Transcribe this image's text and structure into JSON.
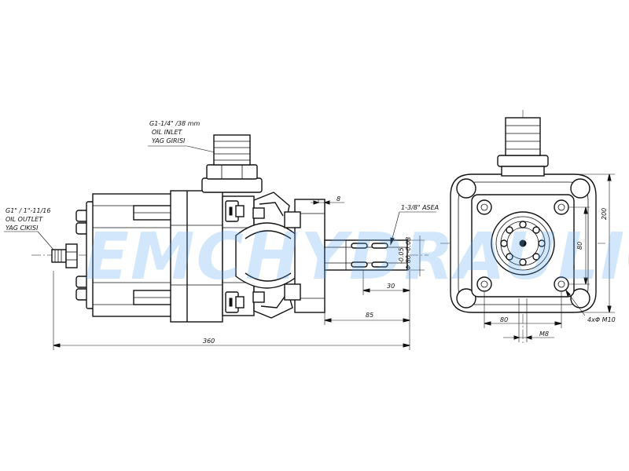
{
  "drawing": {
    "watermark": "EMCHYDRAULIC",
    "labels": {
      "inlet": [
        "G1-1/4\" /38 mm",
        "OIL INLET",
        "YAG GIRISI"
      ],
      "outlet": [
        "G1\" / 1\"-11/16",
        "OIL OUTLET",
        "YAG CIKISI"
      ],
      "shaft": "1-3/8\" ASEA",
      "tolerance": [
        "-0.05",
        "Φ 80 -0.08"
      ]
    },
    "dimensions": {
      "overall_length": "360",
      "shaft_length": "85",
      "spline_length": "30",
      "flange_gap": "8",
      "height": "200",
      "bolt_vertical": "80",
      "bolt_horizontal": "80",
      "thread": "M8",
      "holes": "4xΦ M10"
    }
  }
}
